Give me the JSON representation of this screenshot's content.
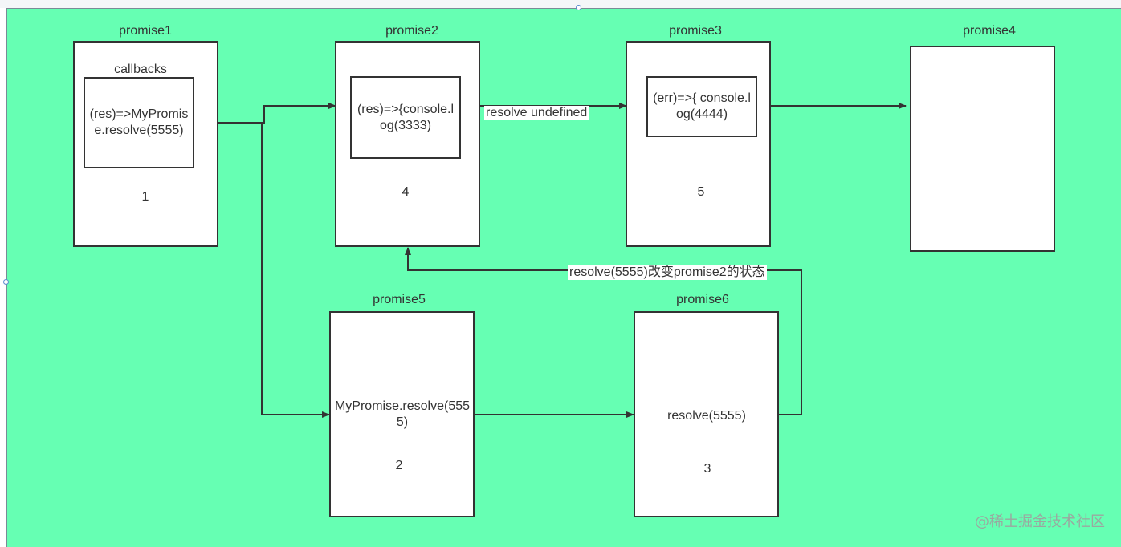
{
  "nodes": {
    "promise1": {
      "title": "promise1",
      "subtitle": "callbacks",
      "inner": "(res)=>MyPromise.resolve(5555)",
      "step": "1"
    },
    "promise2": {
      "title": "promise2",
      "inner": "(res)=>{console.log(3333)",
      "step": "4"
    },
    "promise3": {
      "title": "promise3",
      "inner": "(err)=>{ console.log(4444)",
      "step": "5"
    },
    "promise4": {
      "title": "promise4"
    },
    "promise5": {
      "title": "promise5",
      "body": "MyPromise.resolve(5555)",
      "step": "2"
    },
    "promise6": {
      "title": "promise6",
      "body": "resolve(5555)",
      "step": "3"
    }
  },
  "edges": {
    "p2_to_p3": "resolve undefined",
    "p6_to_p2": "resolve(5555)改变promise2的状态"
  },
  "watermark": "@稀土掘金技术社区",
  "colors": {
    "canvas": "#66ffb3",
    "stroke": "#333333",
    "box": "#ffffff"
  }
}
